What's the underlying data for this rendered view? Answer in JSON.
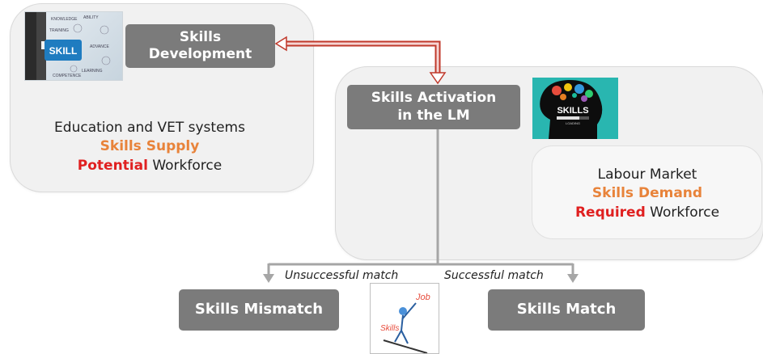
{
  "diagram": {
    "skills_development_line1": "Skills",
    "skills_development_line2": "Development",
    "skills_activation_line1": "Skills Activation",
    "skills_activation_line2": "in the LM",
    "education_line1": "Education and VET systems",
    "education_line2": "Skills Supply",
    "education_line3_highlight": "Potential",
    "education_line3_rest": " Workforce",
    "labour_line1": "Labour Market",
    "labour_line2": "Skills Demand",
    "labour_line3_highlight": "Required",
    "labour_line3_rest": " Workforce",
    "unsuccessful_label": "Unsuccessful match",
    "successful_label": "Successful match",
    "mismatch_label": "Skills Mismatch",
    "match_label": "Skills Match"
  },
  "images": {
    "skill_photo_text": "SKILL",
    "skill_photo_words": [
      "KNOWLEDGE",
      "ABILITY",
      "TRAINING",
      "LEARNING",
      "COMPETENCE",
      "ADVANCE"
    ],
    "head_text": "SKILLS",
    "head_loading": "LOADING",
    "job_text": "Job",
    "skills_text": "Skills"
  },
  "colors": {
    "gray_box": "#7b7b7b",
    "orange": "#e8833a",
    "red": "#e02020",
    "arrow_red": "#d9534f",
    "connector_gray": "#a6a6a6"
  }
}
